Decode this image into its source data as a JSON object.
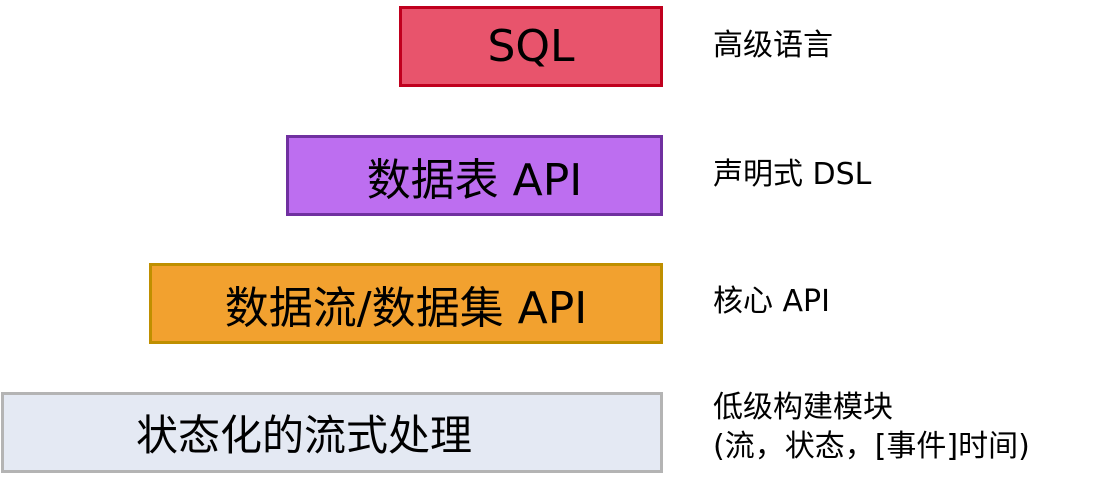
{
  "layers": [
    {
      "label": "SQL",
      "description": "高级语言"
    },
    {
      "label": "数据表 API",
      "description": "声明式 DSL"
    },
    {
      "label": "数据流/数据集 API",
      "description": "核心 API"
    },
    {
      "label": "状态化的流式处理",
      "description_line1": "低级构建模块",
      "description_line2": "(流，状态，[事件]时间)"
    }
  ],
  "colors": {
    "sql_fill": "#e8546c",
    "sql_border": "#c0001e",
    "table_fill": "#bd6ef0",
    "table_border": "#7030a0",
    "stream_fill": "#f2a12f",
    "stream_border": "#bf8f00",
    "stateful_fill": "#e4e9f3",
    "stateful_border": "#b4b4b4"
  }
}
